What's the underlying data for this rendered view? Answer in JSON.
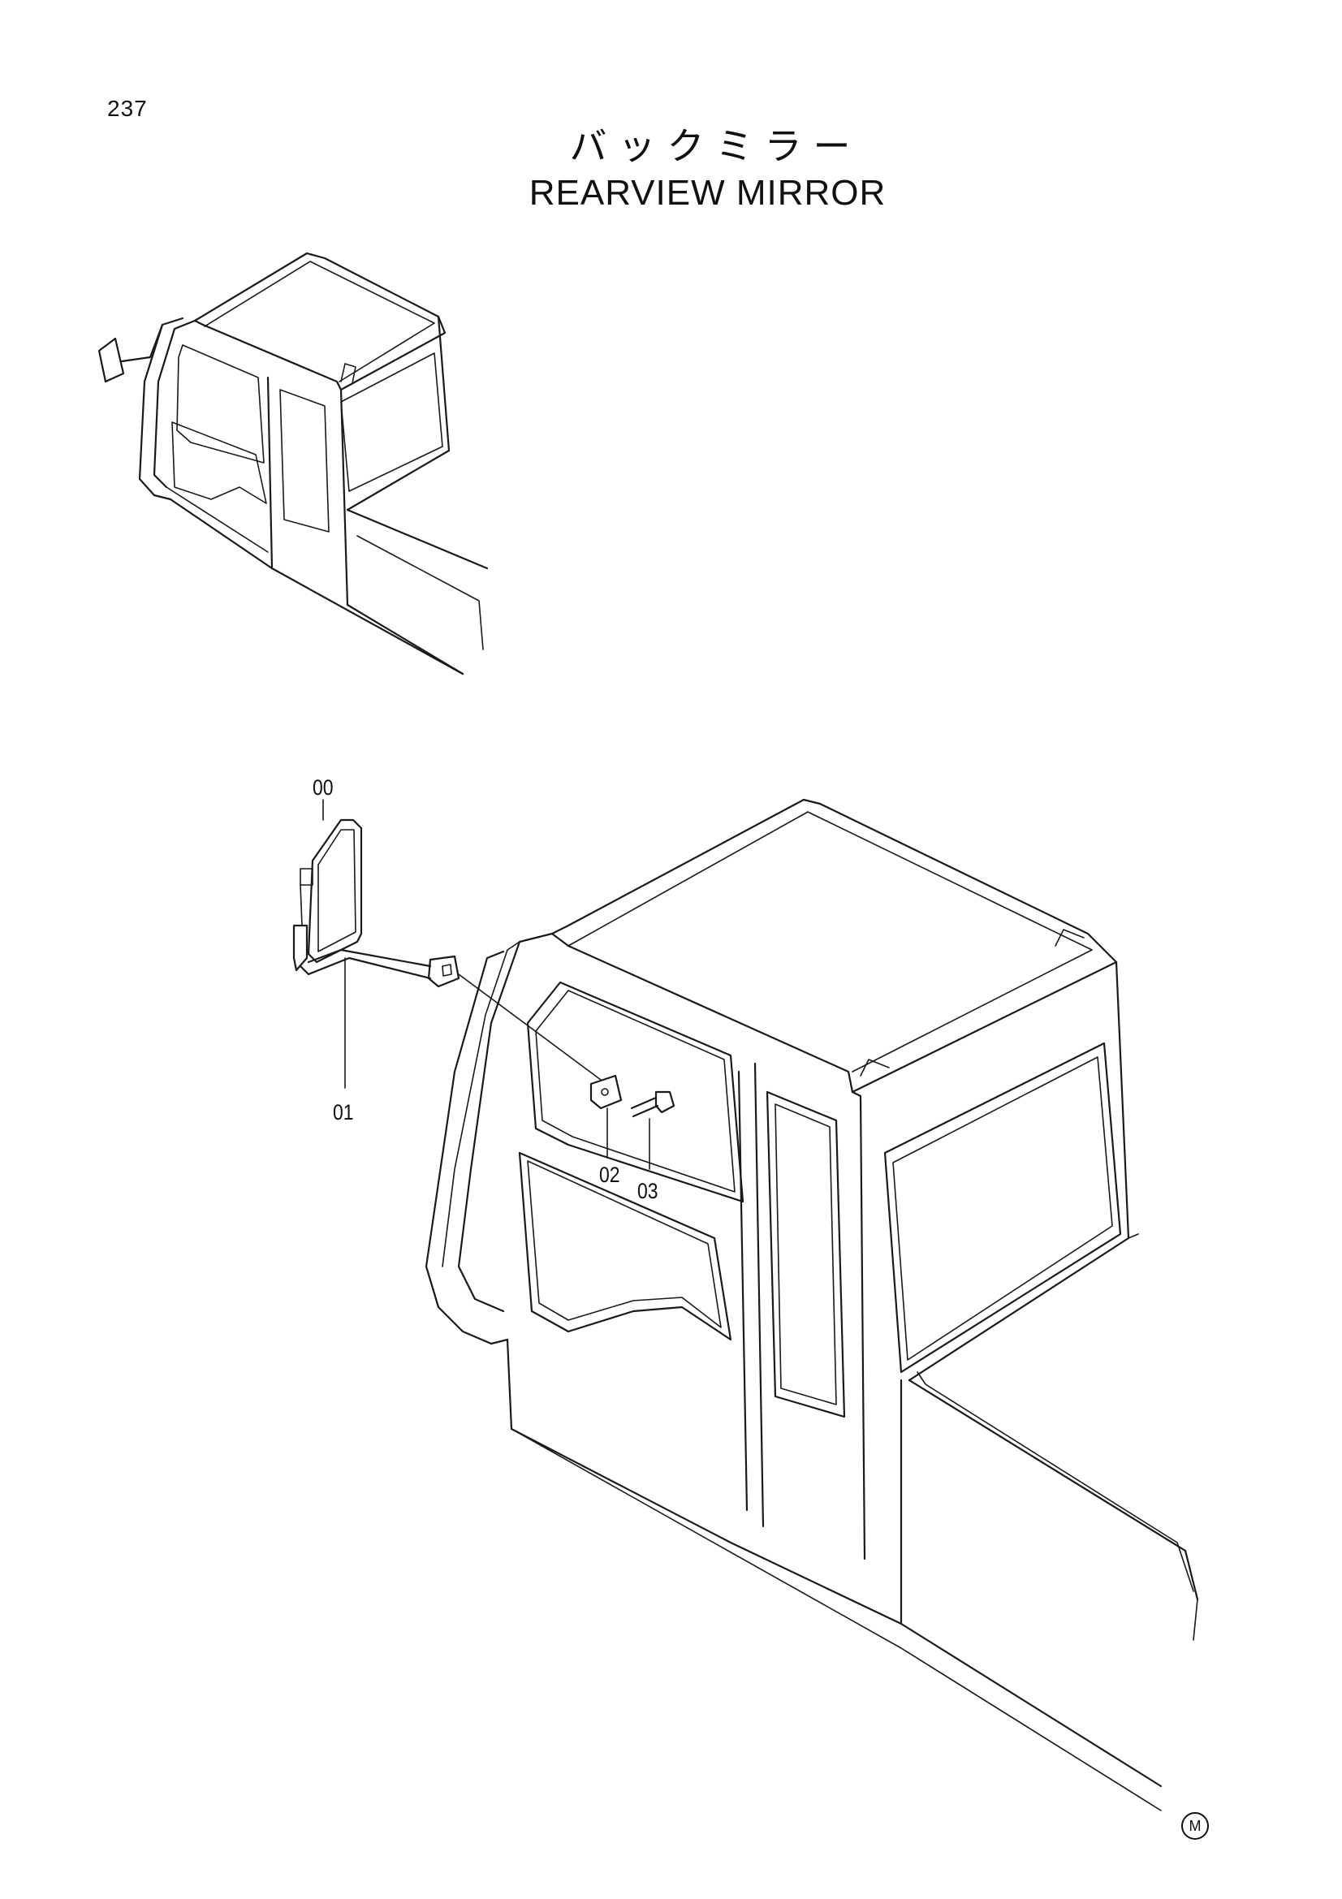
{
  "page": {
    "number": "237",
    "title_jp": "バックミラー",
    "title_en": "REARVIEW MIRROR"
  },
  "callouts": {
    "mirror": "00",
    "stay": "01",
    "bracket": "02",
    "bolt": "03"
  },
  "footer": {
    "mark": "M"
  }
}
